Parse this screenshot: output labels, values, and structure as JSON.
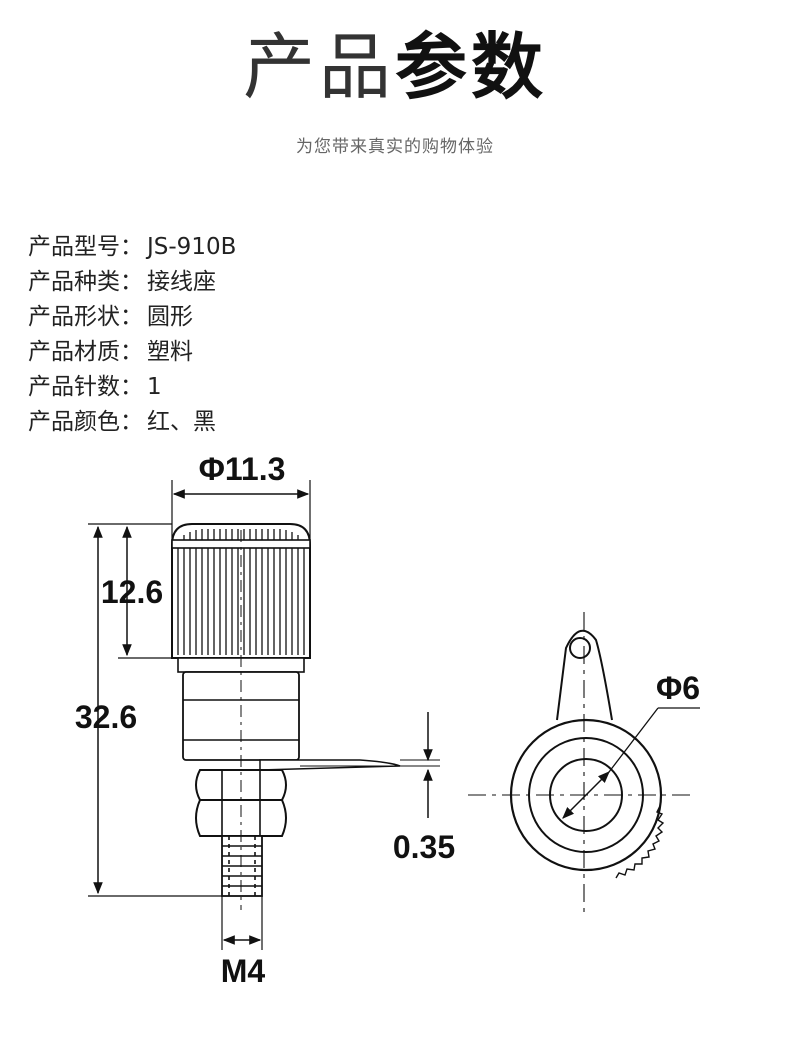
{
  "header": {
    "title_part1": "产品",
    "title_part2": "参数",
    "subtitle": "为您带来真实的购物体验"
  },
  "specs": [
    {
      "label": "产品型号",
      "value": "JS-910B"
    },
    {
      "label": "产品种类",
      "value": "接线座"
    },
    {
      "label": "产品形状",
      "value": "圆形"
    },
    {
      "label": "产品材质",
      "value": "塑料"
    },
    {
      "label": "产品针数",
      "value": "1"
    },
    {
      "label": "产品颜色",
      "value": "红、黑"
    }
  ],
  "spec_separator": "：",
  "dimensions": {
    "cap_diameter": "Φ11.3",
    "cap_height": "12.6",
    "total_height": "32.6",
    "lug_thickness": "0.35",
    "thread": "M4",
    "hole_diameter": "Φ6"
  }
}
